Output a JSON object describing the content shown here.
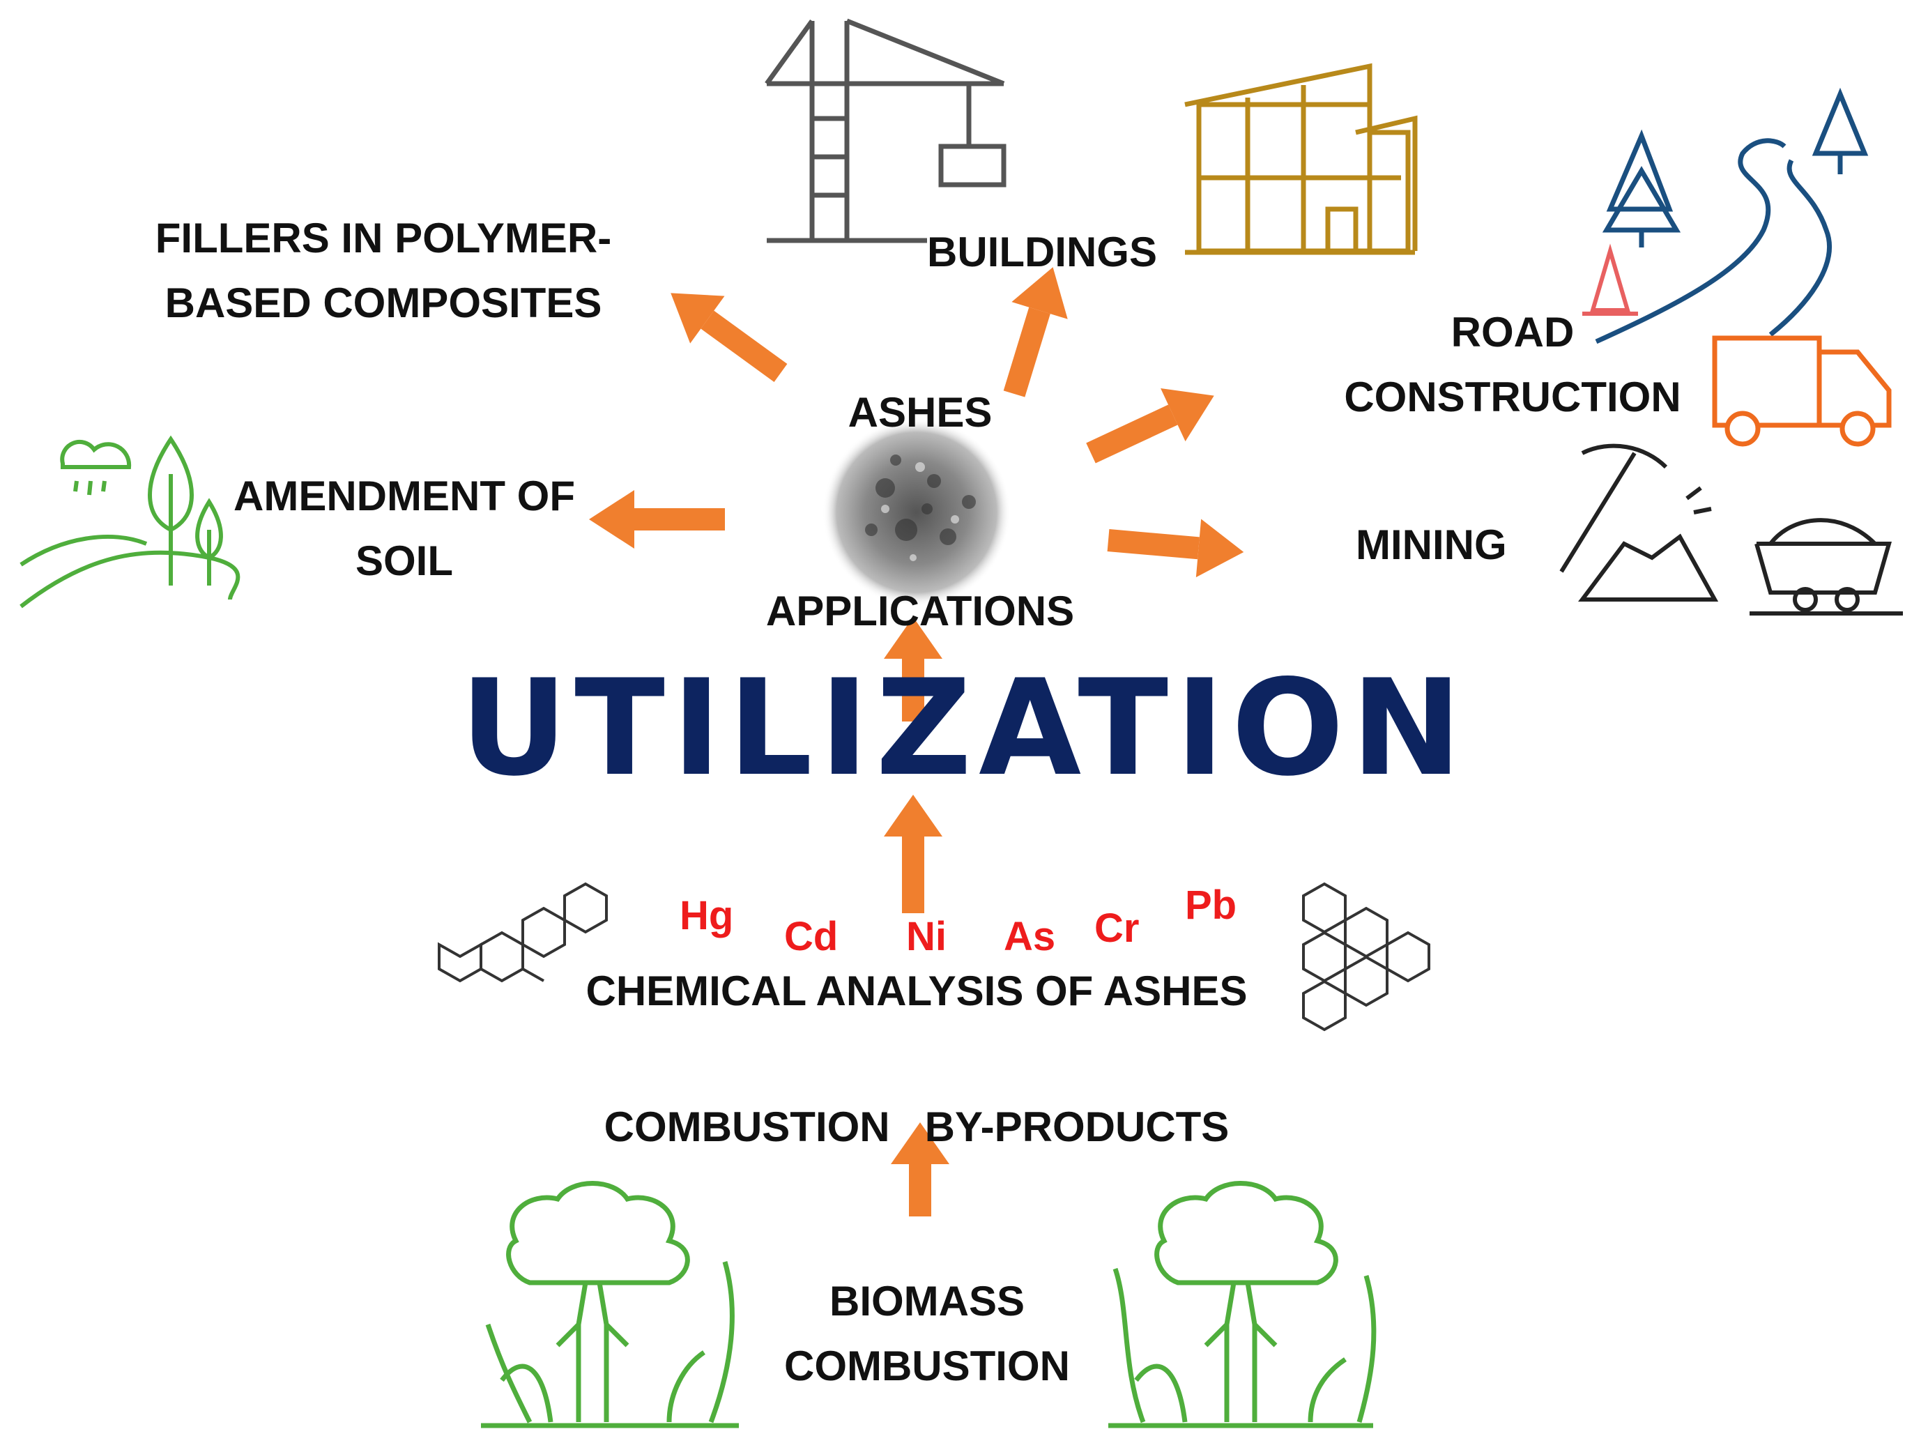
{
  "center": {
    "top": "ASHES",
    "bottom": "APPLICATIONS"
  },
  "applications": {
    "fillers": "FILLERS IN POLYMER-\nBASED COMPOSITES",
    "buildings": "BUILDINGS",
    "road": "ROAD\nCONSTRUCTION",
    "soil": "AMENDMENT OF\nSOIL",
    "mining": "MINING"
  },
  "title": "UTILIZATION",
  "metals": [
    "Hg",
    "Cd",
    "Ni",
    "As",
    "Cr",
    "Pb"
  ],
  "chemical_analysis": "CHEMICAL ANALYSIS OF ASHES",
  "byproducts": "COMBUSTION   BY-PRODUCTS",
  "biomass": "BIOMASS\nCOMBUSTION",
  "colors": {
    "arrow": "#f07f2e",
    "title": "#0d2460",
    "metal": "#ee1c1c",
    "green_icon": "#4fae3c",
    "gold_icon": "#b8891a",
    "blue_icon": "#1a4f80"
  }
}
